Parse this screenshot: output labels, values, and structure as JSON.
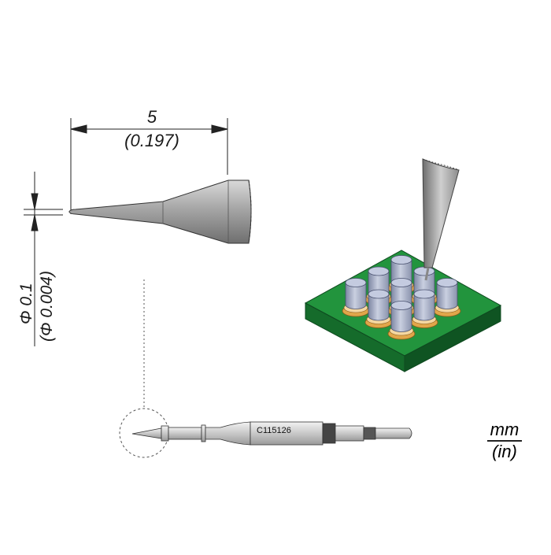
{
  "dimensions": {
    "length_mm": "5",
    "length_in": "(0.197)",
    "diameter_mm": "Φ 0.1",
    "diameter_in": "(Φ 0.004)"
  },
  "cartridge": {
    "part_number": "C115126"
  },
  "units": {
    "primary": "mm",
    "secondary": "(in)"
  },
  "colors": {
    "pcb_green": "#1f8a3a",
    "tip_gray": "#9a9a9a",
    "pin_blue": "#a9b3cc",
    "pad_gold": "#e0a64a"
  }
}
